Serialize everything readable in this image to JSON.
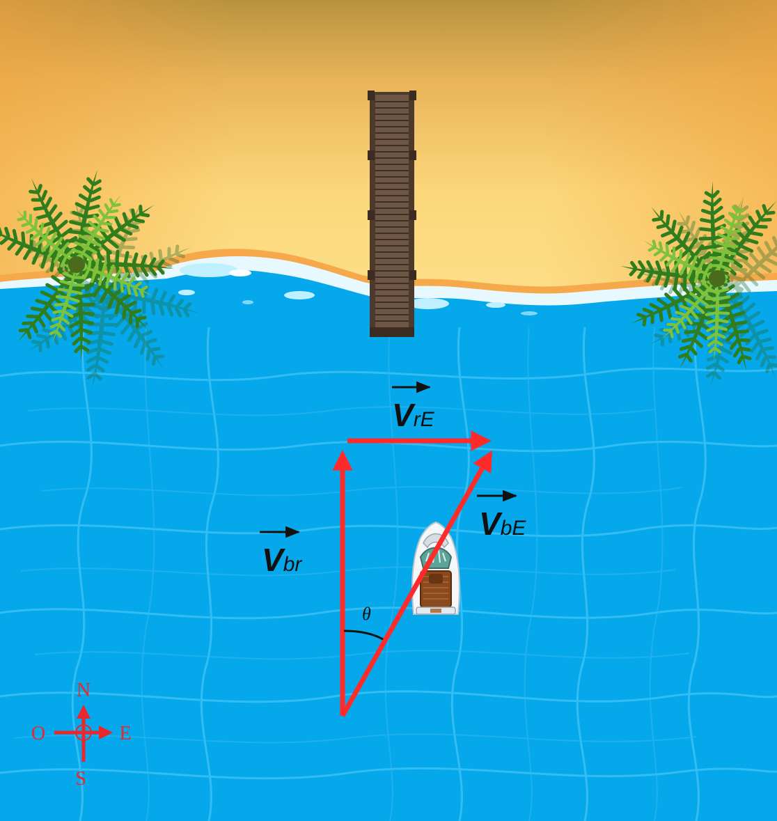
{
  "colors": {
    "sky_top": "#b9923f",
    "sand_light": "#fcd77a",
    "sand_edge": "#f6a94a",
    "water": "#06a8ec",
    "water_line": "#3cc2f5",
    "foam": "#e8f8ff",
    "dock": "#5c4535",
    "dock_plank": "#7a6050",
    "palm_dark": "#2f7d1d",
    "palm_light": "#7cc23a",
    "vector": "#ff2a2a",
    "compass": "#e8282a",
    "label": "#111111"
  },
  "vectors": {
    "v_re": {
      "name": "V",
      "sub": "rE"
    },
    "v_be": {
      "name": "V",
      "sub": "bE"
    },
    "v_br": {
      "name": "V",
      "sub": "br"
    }
  },
  "angle": {
    "label": "θ"
  },
  "compass": {
    "north": "N",
    "south": "S",
    "east": "E",
    "west": "O"
  },
  "icons": {
    "boat": "boat-icon",
    "dock": "dock-icon",
    "palm_left": "palm-tree-icon",
    "palm_right": "palm-tree-icon",
    "compass": "compass-icon"
  }
}
